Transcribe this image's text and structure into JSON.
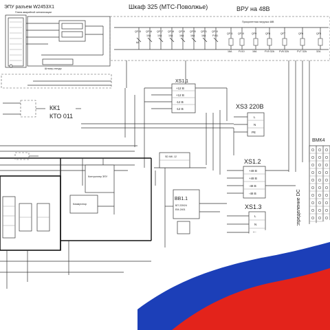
{
  "epu": {
    "title": "ЭПУ разъем W2453X1",
    "subtitle": "Плата аварийной сигнализации",
    "footnote": "Штекер-гнездо"
  },
  "cabinet": {
    "title": "Шкаф 325  (МТС-Поволжье)"
  },
  "vru": {
    "title": "ВРУ на 48В",
    "note": "Приоритетная нагрузка 48В",
    "breakers_top": [
      {
        "id": "QF15",
        "val": "6A"
      },
      {
        "id": "QF16",
        "val": "10A"
      },
      {
        "id": "QF17",
        "val": "10A"
      },
      {
        "id": "QF18",
        "val": "10A"
      },
      {
        "id": "QF19",
        "val": "16A"
      },
      {
        "id": "QF20",
        "val": "16A"
      },
      {
        "id": "QF21",
        "val": "16A"
      },
      {
        "id": "QF10",
        "val": "FV11"
      }
    ],
    "breakers_bottom": [
      {
        "id": "QF11",
        "val": "16A"
      },
      {
        "id": "QF10",
        "val": "FV10"
      },
      {
        "id": "QF9",
        "val": "16A"
      },
      {
        "id": "QF8",
        "val": "FV9 32A"
      },
      {
        "id": "QF7",
        "val": "FV8 32A"
      },
      {
        "id": "QF6",
        "val": "FV7 32A"
      },
      {
        "id": "QF5",
        "val": "32A"
      }
    ]
  },
  "xs11": {
    "title": "XS1.1",
    "pins": [
      "+12 В",
      "+12 В",
      "-12 В",
      "-12 В"
    ]
  },
  "kk1": {
    "title": "КК1",
    "subtitle": "КТО 011"
  },
  "xs3": {
    "title": "XS3 220В",
    "pins": [
      "L",
      "N",
      "PE"
    ]
  },
  "xs12": {
    "title": "XS1.2",
    "pins": [
      "+48 В",
      "+48 В",
      "-48 В",
      "-48 В"
    ]
  },
  "xs13": {
    "title": "XS1.3",
    "pins": [
      "L",
      "N",
      "PE"
    ]
  },
  "vmk": {
    "title": "ВМК4",
    "vertical_label": "Распределение DC"
  },
  "bb11": {
    "title": "BB1.1",
    "line1": "БП 220/24",
    "line2": "ЕМ-2401"
  },
  "modules": {
    "controller": "Контроллер ЭПУ",
    "switch": "Коммутатор",
    "sd": "SD M6 .12"
  },
  "colors": {
    "flag_white": "#ffffff",
    "flag_blue": "#1c3fb8",
    "flag_red": "#e3231b"
  }
}
